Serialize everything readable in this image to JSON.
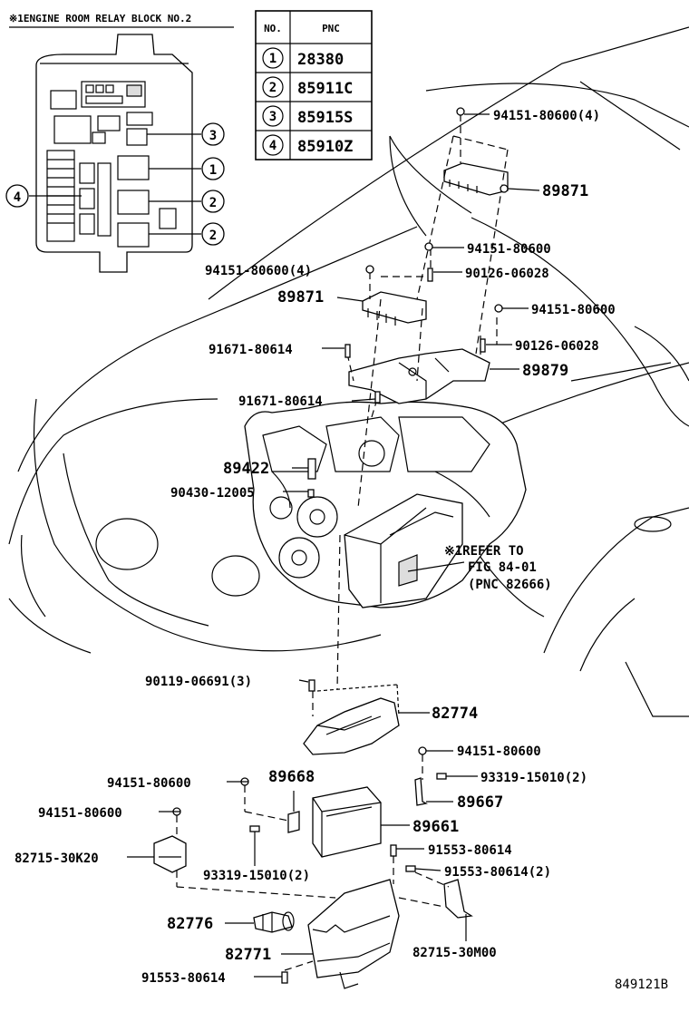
{
  "relay_block_title": "※1ENGINE ROOM RELAY BLOCK NO.2",
  "pnc_table": {
    "headers": {
      "no": "NO.",
      "pnc": "PNC"
    },
    "rows": [
      {
        "no": "1",
        "pnc": "28380"
      },
      {
        "no": "2",
        "pnc": "85911C"
      },
      {
        "no": "3",
        "pnc": "85915S"
      },
      {
        "no": "4",
        "pnc": "85910Z"
      }
    ]
  },
  "callouts": {
    "c1": "1",
    "c2a": "2",
    "c2b": "2",
    "c3": "3",
    "c4": "4"
  },
  "labels": {
    "p_94151_80600_4_top": "94151-80600(4)",
    "p_89871_right": "89871",
    "p_94151_80600_a": "94151-80600",
    "p_94151_80600_4_left": "94151-80600(4)",
    "p_90126_06028_a": "90126-06028",
    "p_89871_left": "89871",
    "p_94151_80600_b": "94151-80600",
    "p_91671_80614_a": "91671-80614",
    "p_90126_06028_b": "90126-06028",
    "p_89879": "89879",
    "p_91671_80614_b": "91671-80614",
    "p_89422": "89422",
    "p_90430_12005": "90430-12005",
    "refer_line1": "※1REFER TO",
    "refer_line2": "FIG 84-01",
    "refer_line3": "(PNC 82666)",
    "p_90119_06691_3": "90119-06691(3)",
    "p_82774": "82774",
    "p_94151_80600_c": "94151-80600",
    "p_94151_80600_d": "94151-80600",
    "p_89668": "89668",
    "p_93319_15010_2_a": "93319-15010(2)",
    "p_89667": "89667",
    "p_94151_80600_e": "94151-80600",
    "p_89661": "89661",
    "p_82715_30k20": "82715-30K20",
    "p_91553_80614_a": "91553-80614",
    "p_93319_15010_2_b": "93319-15010(2)",
    "p_91553_80614_2": "91553-80614(2)",
    "p_82776": "82776",
    "p_82771": "82771",
    "p_82715_30m00": "82715-30M00",
    "p_91553_80614_b": "91553-80614",
    "figure_id": "849121B"
  }
}
